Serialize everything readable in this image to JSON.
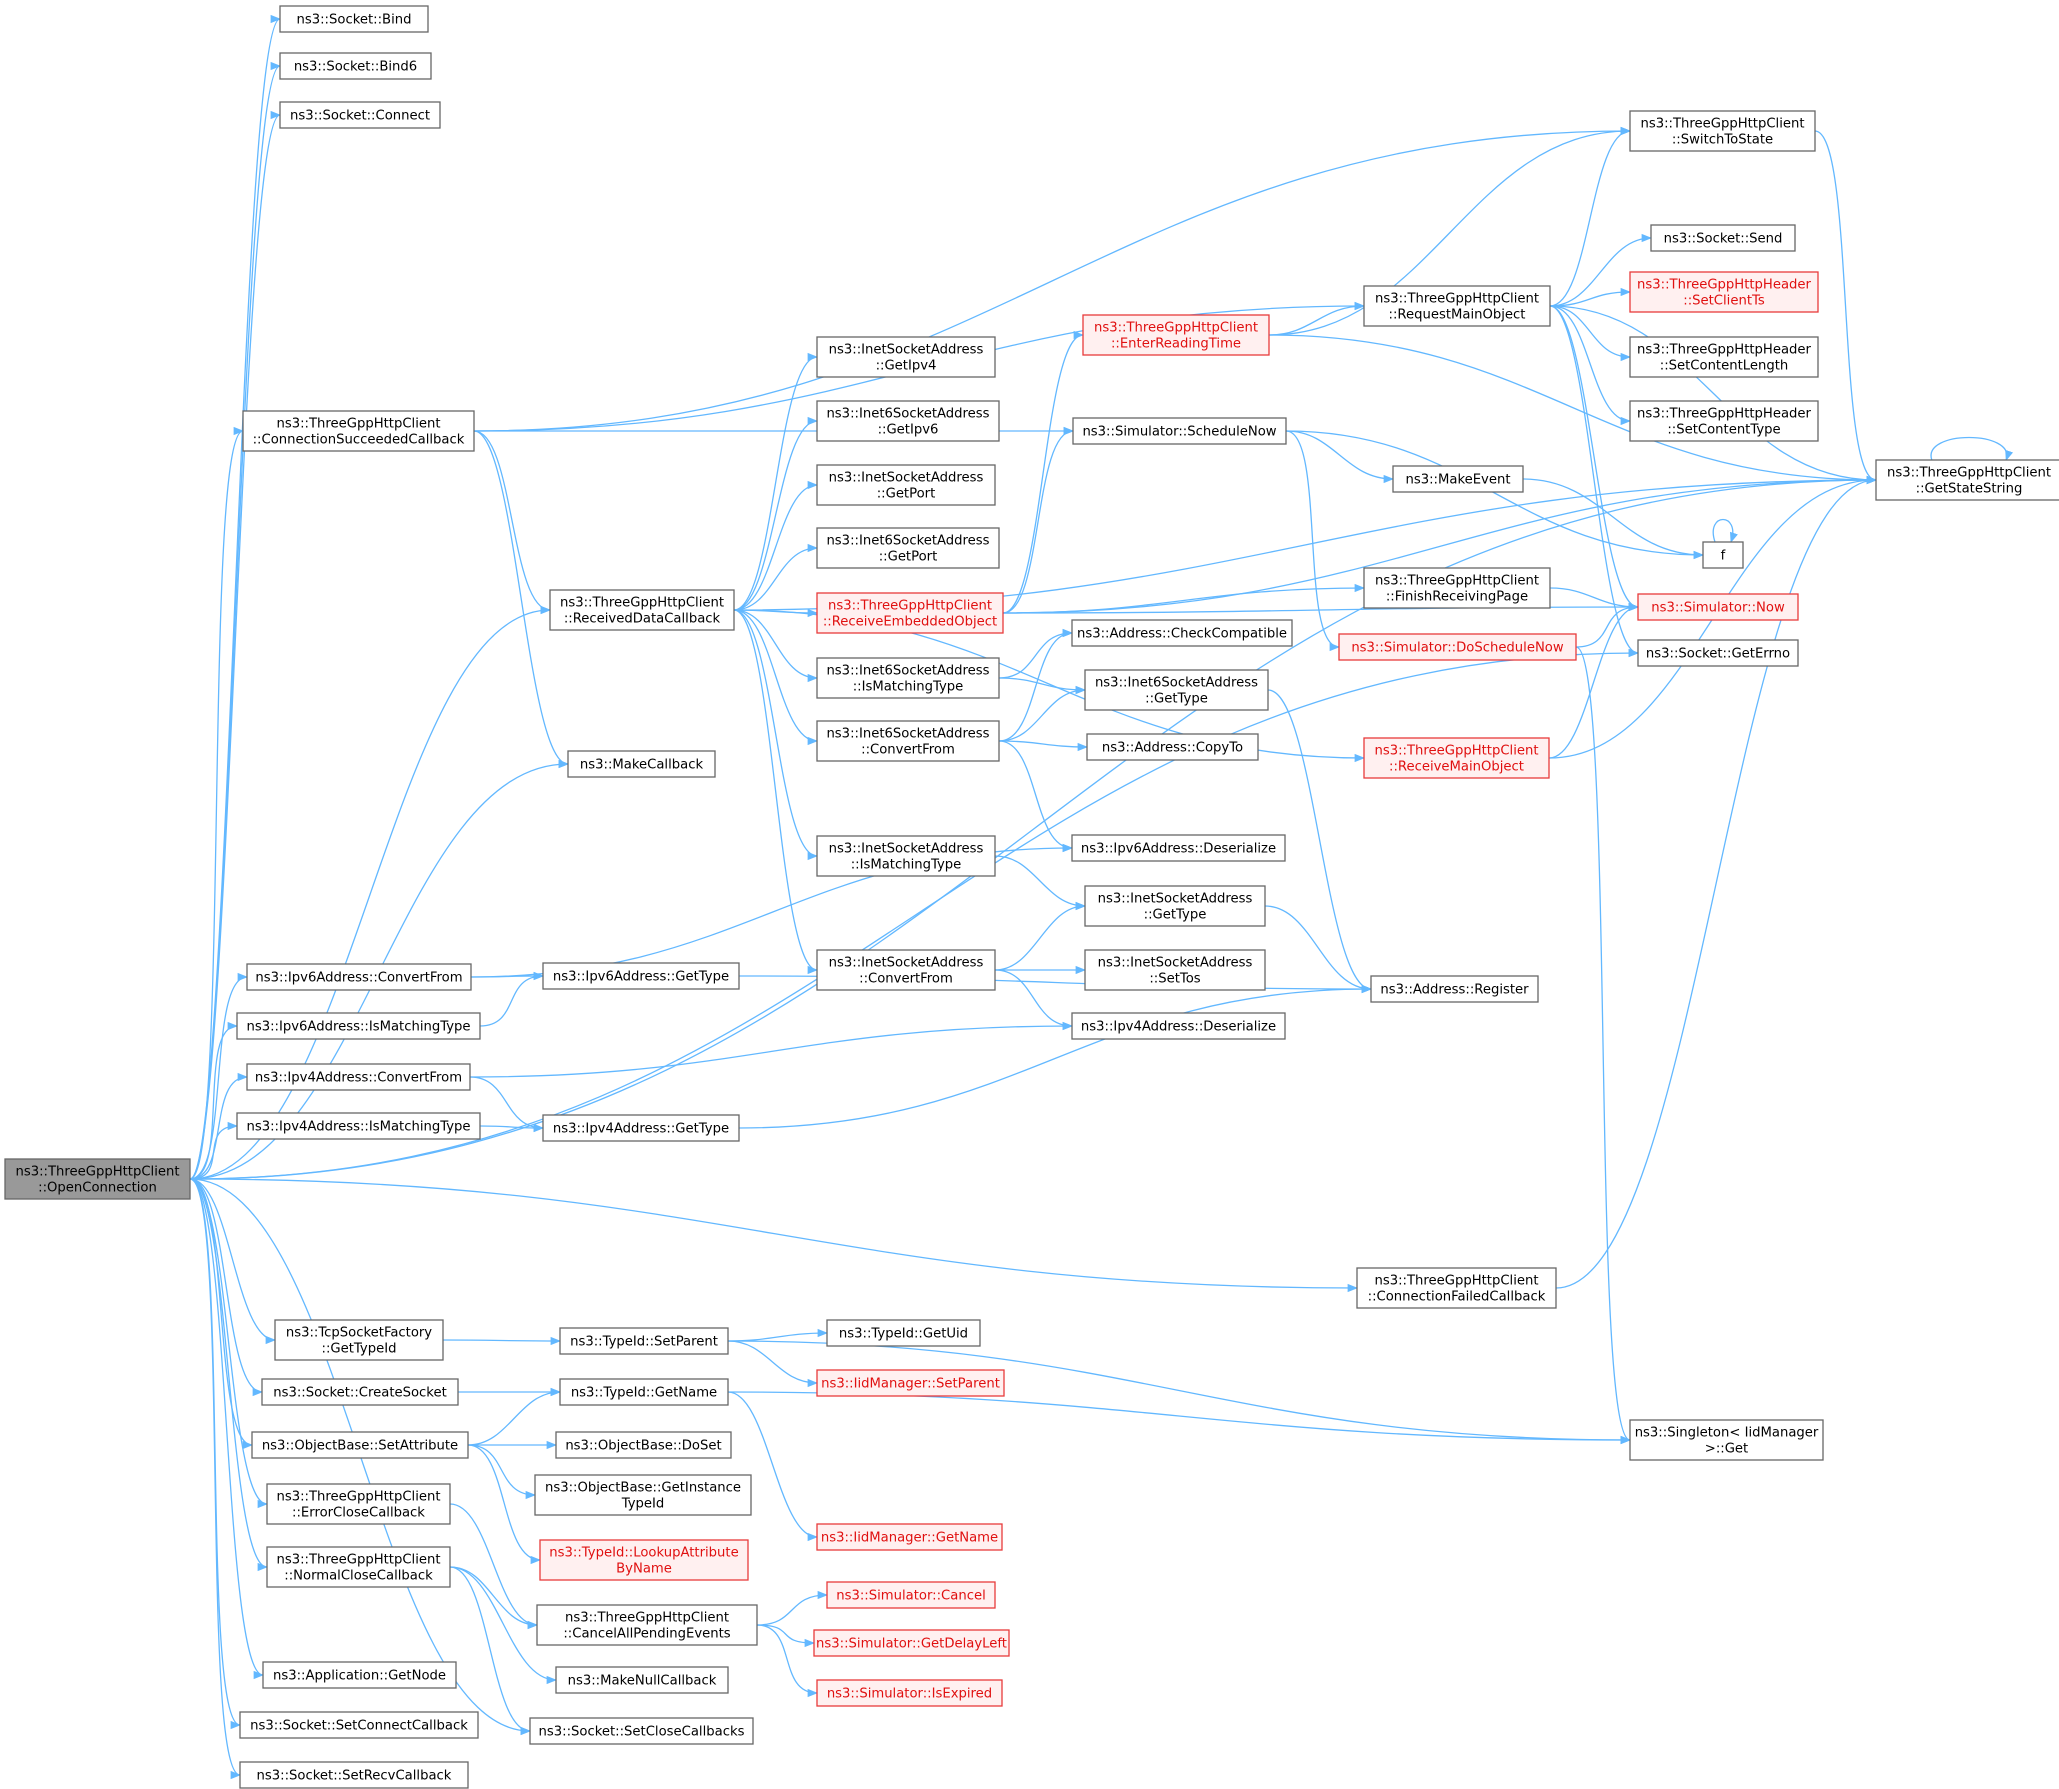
{
  "nodes": [
    {
      "id": "root",
      "lines": [
        "ns3::ThreeGppHttpClient",
        "::OpenConnection"
      ],
      "style": "root"
    },
    {
      "id": "bind",
      "lines": [
        "ns3::Socket::Bind"
      ]
    },
    {
      "id": "bind6",
      "lines": [
        "ns3::Socket::Bind6"
      ]
    },
    {
      "id": "connect",
      "lines": [
        "ns3::Socket::Connect"
      ]
    },
    {
      "id": "conn_succ",
      "lines": [
        "ns3::ThreeGppHttpClient",
        "::ConnectionSucceededCallback"
      ]
    },
    {
      "id": "recv_data",
      "lines": [
        "ns3::ThreeGppHttpClient",
        "::ReceivedDataCallback"
      ]
    },
    {
      "id": "make_callback",
      "lines": [
        "ns3::MakeCallback"
      ]
    },
    {
      "id": "ipv6_convert",
      "lines": [
        "ns3::Ipv6Address::ConvertFrom"
      ]
    },
    {
      "id": "ipv6_ismatch",
      "lines": [
        "ns3::Ipv6Address::IsMatchingType"
      ]
    },
    {
      "id": "ipv4_convert",
      "lines": [
        "ns3::Ipv4Address::ConvertFrom"
      ]
    },
    {
      "id": "ipv4_ismatch",
      "lines": [
        "ns3::Ipv4Address::IsMatchingType"
      ]
    },
    {
      "id": "ipv6_gettype",
      "lines": [
        "ns3::Ipv6Address::GetType"
      ]
    },
    {
      "id": "ipv4_gettype",
      "lines": [
        "ns3::Ipv4Address::GetType"
      ]
    },
    {
      "id": "inet_getipv4",
      "lines": [
        "ns3::InetSocketAddress",
        "::GetIpv4"
      ]
    },
    {
      "id": "inet6_getipv6",
      "lines": [
        "ns3::Inet6SocketAddress",
        "::GetIpv6"
      ]
    },
    {
      "id": "inet_getport",
      "lines": [
        "ns3::InetSocketAddress",
        "::GetPort"
      ]
    },
    {
      "id": "inet6_getport",
      "lines": [
        "ns3::Inet6SocketAddress",
        "::GetPort"
      ]
    },
    {
      "id": "recv_embedded",
      "lines": [
        "ns3::ThreeGppHttpClient",
        "::ReceiveEmbeddedObject"
      ],
      "style": "red"
    },
    {
      "id": "inet6_ismatch",
      "lines": [
        "ns3::Inet6SocketAddress",
        "::IsMatchingType"
      ]
    },
    {
      "id": "inet6_convert",
      "lines": [
        "ns3::Inet6SocketAddress",
        "::ConvertFrom"
      ]
    },
    {
      "id": "inet_ismatch",
      "lines": [
        "ns3::InetSocketAddress",
        "::IsMatchingType"
      ]
    },
    {
      "id": "inet_convert",
      "lines": [
        "ns3::InetSocketAddress",
        "::ConvertFrom"
      ]
    },
    {
      "id": "enter_reading",
      "lines": [
        "ns3::ThreeGppHttpClient",
        "::EnterReadingTime"
      ],
      "style": "red"
    },
    {
      "id": "schedule_now",
      "lines": [
        "ns3::Simulator::ScheduleNow"
      ]
    },
    {
      "id": "addr_check",
      "lines": [
        "ns3::Address::CheckCompatible"
      ]
    },
    {
      "id": "inet6_gettype",
      "lines": [
        "ns3::Inet6SocketAddress",
        "::GetType"
      ]
    },
    {
      "id": "addr_copyto",
      "lines": [
        "ns3::Address::CopyTo"
      ]
    },
    {
      "id": "ipv6_deser",
      "lines": [
        "ns3::Ipv6Address::Deserialize"
      ]
    },
    {
      "id": "inet_gettype",
      "lines": [
        "ns3::InetSocketAddress",
        "::GetType"
      ]
    },
    {
      "id": "inet_settos",
      "lines": [
        "ns3::InetSocketAddress",
        "::SetTos"
      ]
    },
    {
      "id": "ipv4_deser",
      "lines": [
        "ns3::Ipv4Address::Deserialize"
      ]
    },
    {
      "id": "request_main",
      "lines": [
        "ns3::ThreeGppHttpClient",
        "::RequestMainObject"
      ]
    },
    {
      "id": "make_event",
      "lines": [
        "ns3::MakeEvent"
      ]
    },
    {
      "id": "finish_recv",
      "lines": [
        "ns3::ThreeGppHttpClient",
        "::FinishReceivingPage"
      ]
    },
    {
      "id": "do_schedule",
      "lines": [
        "ns3::Simulator::DoScheduleNow"
      ],
      "style": "red"
    },
    {
      "id": "recv_main",
      "lines": [
        "ns3::ThreeGppHttpClient",
        "::ReceiveMainObject"
      ],
      "style": "red"
    },
    {
      "id": "addr_register",
      "lines": [
        "ns3::Address::Register"
      ]
    },
    {
      "id": "conn_failed",
      "lines": [
        "ns3::ThreeGppHttpClient",
        "::ConnectionFailedCallback"
      ]
    },
    {
      "id": "switch_state",
      "lines": [
        "ns3::ThreeGppHttpClient",
        "::SwitchToState"
      ]
    },
    {
      "id": "socket_send",
      "lines": [
        "ns3::Socket::Send"
      ]
    },
    {
      "id": "set_client_ts",
      "lines": [
        "ns3::ThreeGppHttpHeader",
        "::SetClientTs"
      ],
      "style": "red"
    },
    {
      "id": "set_content_len",
      "lines": [
        "ns3::ThreeGppHttpHeader",
        "::SetContentLength"
      ]
    },
    {
      "id": "set_content_type",
      "lines": [
        "ns3::ThreeGppHttpHeader",
        "::SetContentType"
      ]
    },
    {
      "id": "f",
      "lines": [
        "f"
      ]
    },
    {
      "id": "sim_now",
      "lines": [
        "ns3::Simulator::Now"
      ],
      "style": "red"
    },
    {
      "id": "get_errno",
      "lines": [
        "ns3::Socket::GetErrno"
      ]
    },
    {
      "id": "get_state_str",
      "lines": [
        "ns3::ThreeGppHttpClient",
        "::GetStateString"
      ]
    },
    {
      "id": "tcp_typeid",
      "lines": [
        "ns3::TcpSocketFactory",
        "::GetTypeId"
      ]
    },
    {
      "id": "create_socket",
      "lines": [
        "ns3::Socket::CreateSocket"
      ]
    },
    {
      "id": "set_attr",
      "lines": [
        "ns3::ObjectBase::SetAttribute"
      ]
    },
    {
      "id": "error_close",
      "lines": [
        "ns3::ThreeGppHttpClient",
        "::ErrorCloseCallback"
      ]
    },
    {
      "id": "normal_close",
      "lines": [
        "ns3::ThreeGppHttpClient",
        "::NormalCloseCallback"
      ]
    },
    {
      "id": "app_getnode",
      "lines": [
        "ns3::Application::GetNode"
      ]
    },
    {
      "id": "set_conn_cb",
      "lines": [
        "ns3::Socket::SetConnectCallback"
      ]
    },
    {
      "id": "set_recv_cb",
      "lines": [
        "ns3::Socket::SetRecvCallback"
      ]
    },
    {
      "id": "typeid_setparent",
      "lines": [
        "ns3::TypeId::SetParent"
      ]
    },
    {
      "id": "typeid_getname",
      "lines": [
        "ns3::TypeId::GetName"
      ]
    },
    {
      "id": "objbase_doset",
      "lines": [
        "ns3::ObjectBase::DoSet"
      ]
    },
    {
      "id": "objbase_getinst",
      "lines": [
        "ns3::ObjectBase::GetInstance",
        "TypeId"
      ]
    },
    {
      "id": "typeid_lookup",
      "lines": [
        "ns3::TypeId::LookupAttribute",
        "ByName"
      ],
      "style": "red"
    },
    {
      "id": "cancel_all",
      "lines": [
        "ns3::ThreeGppHttpClient",
        "::CancelAllPendingEvents"
      ]
    },
    {
      "id": "make_null_cb",
      "lines": [
        "ns3::MakeNullCallback"
      ]
    },
    {
      "id": "set_close_cbs",
      "lines": [
        "ns3::Socket::SetCloseCallbacks"
      ]
    },
    {
      "id": "typeid_getuid",
      "lines": [
        "ns3::TypeId::GetUid"
      ]
    },
    {
      "id": "iid_setparent",
      "lines": [
        "ns3::IidManager::SetParent"
      ],
      "style": "red"
    },
    {
      "id": "iid_getname",
      "lines": [
        "ns3::IidManager::GetName"
      ],
      "style": "red"
    },
    {
      "id": "sim_cancel",
      "lines": [
        "ns3::Simulator::Cancel"
      ],
      "style": "red"
    },
    {
      "id": "sim_delay",
      "lines": [
        "ns3::Simulator::GetDelayLeft"
      ],
      "style": "red"
    },
    {
      "id": "sim_expired",
      "lines": [
        "ns3::Simulator::IsExpired"
      ],
      "style": "red"
    },
    {
      "id": "singleton_get",
      "lines": [
        "ns3::Singleton< IidManager",
        ">::Get"
      ]
    }
  ],
  "edges": [
    [
      "root",
      "bind"
    ],
    [
      "root",
      "bind6"
    ],
    [
      "root",
      "connect"
    ],
    [
      "root",
      "conn_succ"
    ],
    [
      "root",
      "recv_data"
    ],
    [
      "root",
      "make_callback"
    ],
    [
      "root",
      "ipv6_convert"
    ],
    [
      "root",
      "ipv6_ismatch"
    ],
    [
      "root",
      "ipv4_convert"
    ],
    [
      "root",
      "ipv4_ismatch"
    ],
    [
      "root",
      "get_errno"
    ],
    [
      "root",
      "get_state_str"
    ],
    [
      "root",
      "conn_failed"
    ],
    [
      "root",
      "tcp_typeid"
    ],
    [
      "root",
      "create_socket"
    ],
    [
      "root",
      "set_attr"
    ],
    [
      "root",
      "error_close"
    ],
    [
      "root",
      "normal_close"
    ],
    [
      "root",
      "app_getnode"
    ],
    [
      "root",
      "set_conn_cb"
    ],
    [
      "root",
      "set_recv_cb"
    ],
    [
      "root",
      "set_close_cbs"
    ],
    [
      "conn_succ",
      "switch_state"
    ],
    [
      "conn_succ",
      "request_main"
    ],
    [
      "conn_succ",
      "schedule_now"
    ],
    [
      "conn_succ",
      "recv_data"
    ],
    [
      "conn_succ",
      "make_callback"
    ],
    [
      "recv_data",
      "get_state_str"
    ],
    [
      "recv_data",
      "inet_getipv4"
    ],
    [
      "recv_data",
      "inet6_getipv6"
    ],
    [
      "recv_data",
      "inet_getport"
    ],
    [
      "recv_data",
      "inet6_getport"
    ],
    [
      "recv_data",
      "recv_embedded"
    ],
    [
      "recv_data",
      "inet6_ismatch"
    ],
    [
      "recv_data",
      "inet6_convert"
    ],
    [
      "recv_data",
      "inet_ismatch"
    ],
    [
      "recv_data",
      "inet_convert"
    ],
    [
      "recv_data",
      "recv_main"
    ],
    [
      "recv_embedded",
      "enter_reading"
    ],
    [
      "recv_embedded",
      "schedule_now"
    ],
    [
      "recv_embedded",
      "finish_recv"
    ],
    [
      "recv_embedded",
      "sim_now"
    ],
    [
      "recv_embedded",
      "get_state_str"
    ],
    [
      "enter_reading",
      "switch_state"
    ],
    [
      "enter_reading",
      "request_main"
    ],
    [
      "enter_reading",
      "get_state_str"
    ],
    [
      "request_main",
      "switch_state"
    ],
    [
      "request_main",
      "socket_send"
    ],
    [
      "request_main",
      "set_client_ts"
    ],
    [
      "request_main",
      "set_content_len"
    ],
    [
      "request_main",
      "set_content_type"
    ],
    [
      "request_main",
      "get_state_str"
    ],
    [
      "request_main",
      "sim_now"
    ],
    [
      "request_main",
      "get_errno"
    ],
    [
      "switch_state",
      "get_state_str"
    ],
    [
      "get_state_str",
      "get_state_str"
    ],
    [
      "schedule_now",
      "make_event"
    ],
    [
      "schedule_now",
      "f"
    ],
    [
      "schedule_now",
      "do_schedule"
    ],
    [
      "make_event",
      "f"
    ],
    [
      "f",
      "f"
    ],
    [
      "finish_recv",
      "sim_now"
    ],
    [
      "do_schedule",
      "sim_now"
    ],
    [
      "do_schedule",
      "singleton_get"
    ],
    [
      "recv_main",
      "sim_now"
    ],
    [
      "recv_main",
      "get_state_str"
    ],
    [
      "inet6_ismatch",
      "addr_check"
    ],
    [
      "inet6_ismatch",
      "inet6_gettype"
    ],
    [
      "inet6_convert",
      "addr_check"
    ],
    [
      "inet6_convert",
      "inet6_gettype"
    ],
    [
      "inet6_convert",
      "addr_copyto"
    ],
    [
      "inet6_convert",
      "ipv6_deser"
    ],
    [
      "inet6_gettype",
      "addr_register"
    ],
    [
      "inet_ismatch",
      "inet_gettype"
    ],
    [
      "inet_convert",
      "inet_gettype"
    ],
    [
      "inet_convert",
      "inet_settos"
    ],
    [
      "inet_convert",
      "ipv4_deser"
    ],
    [
      "inet_gettype",
      "addr_register"
    ],
    [
      "ipv6_convert",
      "ipv6_deser"
    ],
    [
      "ipv6_convert",
      "ipv6_gettype"
    ],
    [
      "ipv6_ismatch",
      "ipv6_gettype"
    ],
    [
      "ipv6_gettype",
      "addr_register"
    ],
    [
      "ipv4_convert",
      "ipv4_deser"
    ],
    [
      "ipv4_convert",
      "ipv4_gettype"
    ],
    [
      "ipv4_ismatch",
      "ipv4_gettype"
    ],
    [
      "ipv4_gettype",
      "addr_register"
    ],
    [
      "conn_failed",
      "get_state_str"
    ],
    [
      "tcp_typeid",
      "typeid_setparent"
    ],
    [
      "typeid_setparent",
      "typeid_getuid"
    ],
    [
      "typeid_setparent",
      "iid_setparent"
    ],
    [
      "typeid_setparent",
      "singleton_get"
    ],
    [
      "create_socket",
      "typeid_getname"
    ],
    [
      "typeid_getname",
      "iid_getname"
    ],
    [
      "typeid_getname",
      "singleton_get"
    ],
    [
      "set_attr",
      "typeid_getname"
    ],
    [
      "set_attr",
      "objbase_doset"
    ],
    [
      "set_attr",
      "objbase_getinst"
    ],
    [
      "set_attr",
      "typeid_lookup"
    ],
    [
      "error_close",
      "cancel_all"
    ],
    [
      "normal_close",
      "cancel_all"
    ],
    [
      "normal_close",
      "make_null_cb"
    ],
    [
      "normal_close",
      "set_close_cbs"
    ],
    [
      "cancel_all",
      "sim_cancel"
    ],
    [
      "cancel_all",
      "sim_delay"
    ],
    [
      "cancel_all",
      "sim_expired"
    ]
  ]
}
